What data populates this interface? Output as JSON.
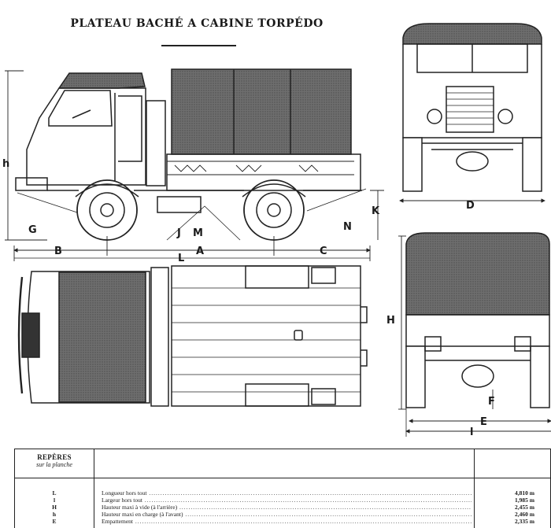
{
  "title": "PLATEAU BACHÉ A CABINE TORPÉDO",
  "dimension_labels": {
    "h": "h",
    "B": "B",
    "L": "L",
    "A": "A",
    "C": "C",
    "G": "G",
    "J": "J",
    "M": "M",
    "N": "N",
    "K": "K",
    "D": "D",
    "H": "H",
    "F": "F",
    "E": "E",
    "l": "l"
  },
  "table": {
    "header_line1": "REPÈRES",
    "header_line2": "sur la planche",
    "rows": [
      {
        "code": "L",
        "label": "Longueur hors tout",
        "value": "4,810 m"
      },
      {
        "code": "l",
        "label": "Largeur hors tout",
        "value": "1,985 m"
      },
      {
        "code": "H",
        "label": "Hauteur maxi à vide (à l'arrière)",
        "value": "2,455 m"
      },
      {
        "code": "h",
        "label": "Hauteur maxi en charge (à l'avant)",
        "value": "2,460 m"
      },
      {
        "code": "E",
        "label": "Empattement",
        "value": "2,335 m"
      }
    ]
  }
}
